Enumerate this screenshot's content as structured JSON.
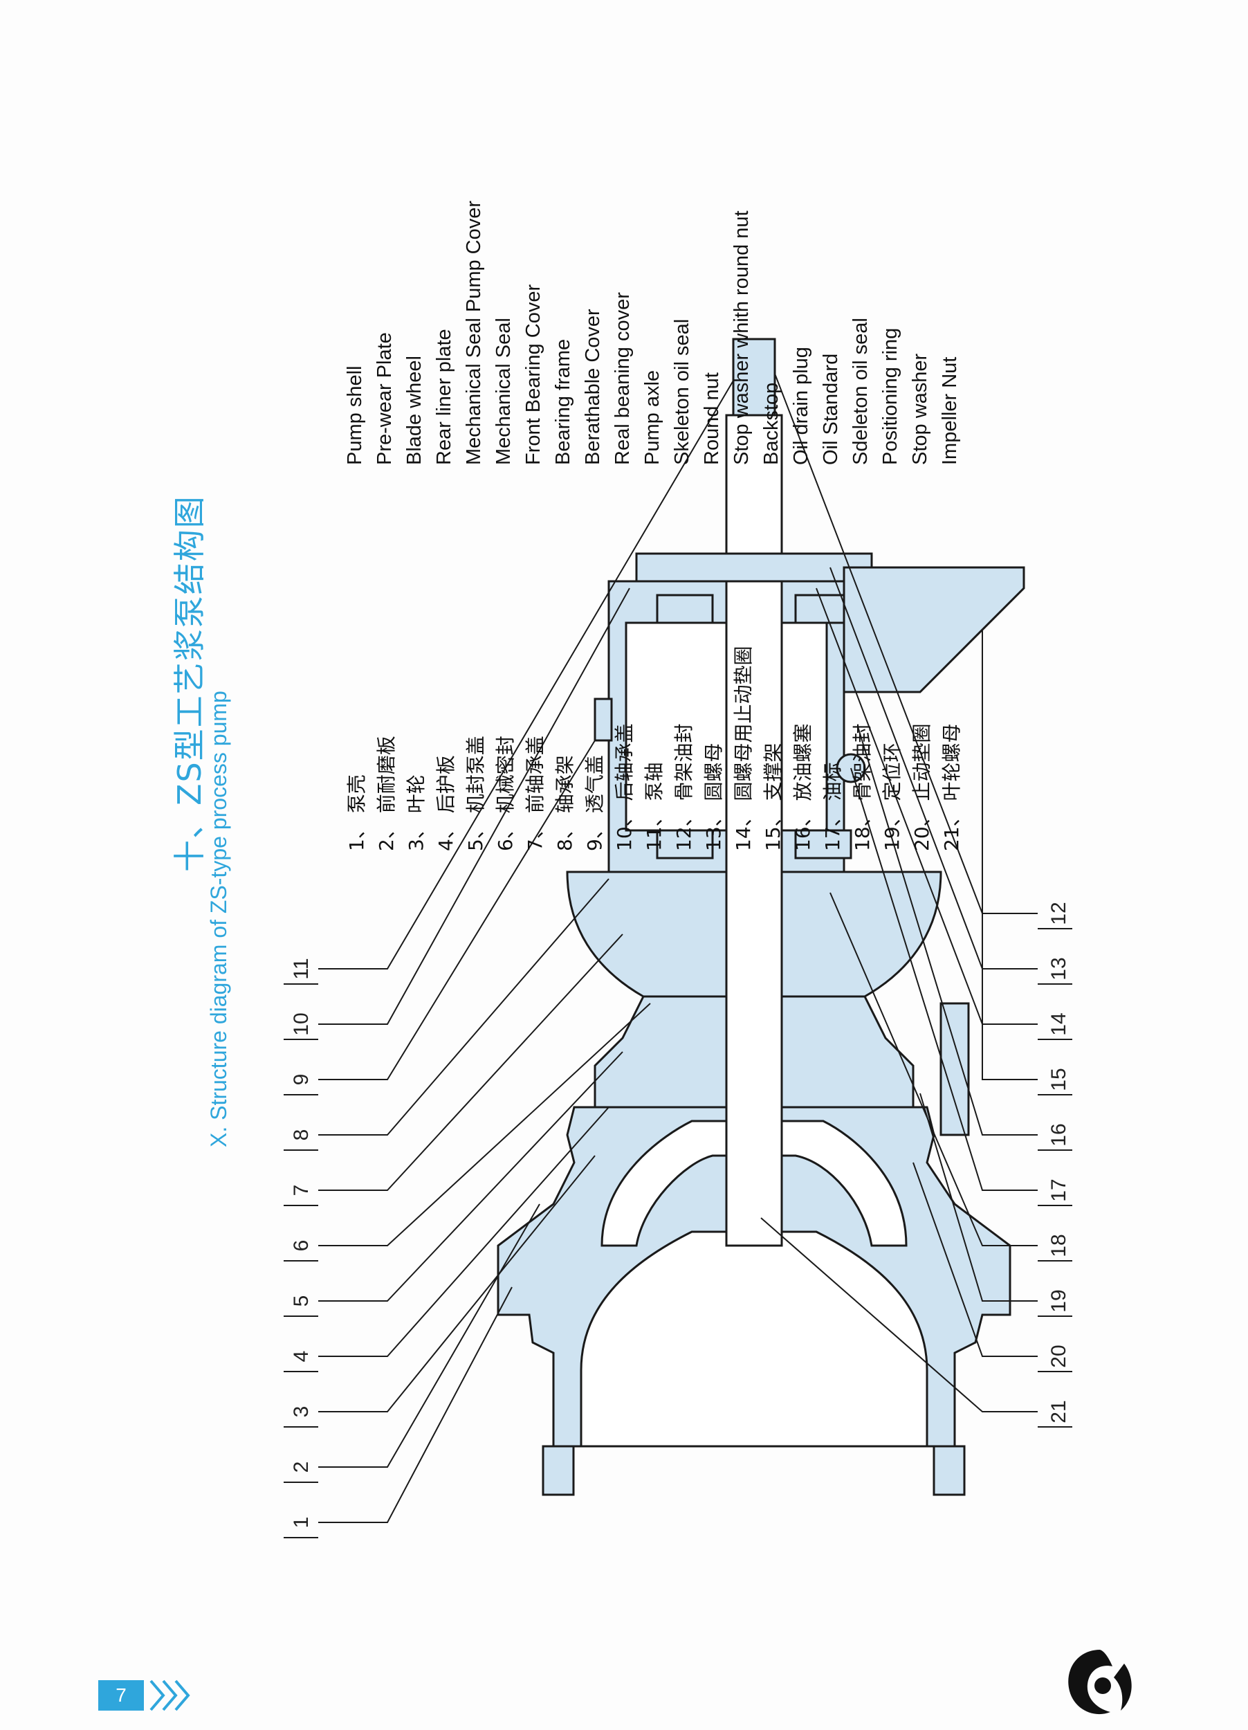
{
  "title": {
    "cn": "十、ZS型工艺浆泵结构图",
    "en": "X. Structure diagram of ZS-type process pump"
  },
  "parts": [
    {
      "cn": "1、 泵壳",
      "en": "Pump shell"
    },
    {
      "cn": "2、 前耐磨板",
      "en": "Pre-wear Plate"
    },
    {
      "cn": "3、 叶轮",
      "en": "Blade wheel"
    },
    {
      "cn": "4、 后护板",
      "en": "Rear liner plate"
    },
    {
      "cn": "5、 机封泵盖",
      "en": "Mechanical Seal Pump Cover"
    },
    {
      "cn": "6、 机械密封",
      "en": "Mechanical Seal"
    },
    {
      "cn": "7、 前轴承盖",
      "en": "Front Bearing Cover"
    },
    {
      "cn": "8、 轴承架",
      "en": "Bearing frame"
    },
    {
      "cn": "9、 透气盖",
      "en": "Berathable Cover"
    },
    {
      "cn": "10、 后轴承盖",
      "en": "Real beaning cover"
    },
    {
      "cn": "11、 泵轴",
      "en": "Pump axle"
    },
    {
      "cn": "12、 骨架油封",
      "en": "Skeleton oil seal"
    },
    {
      "cn": "13、 圆螺母",
      "en": "Round nut"
    },
    {
      "cn": "14、 圆螺母用止动垫圈",
      "en": "Stop washer whith round nut"
    },
    {
      "cn": "15、 支撑架",
      "en": "Backstop"
    },
    {
      "cn": "16、 放油螺塞",
      "en": "Oil drain plug"
    },
    {
      "cn": "17、 油标",
      "en": "Oil Standard"
    },
    {
      "cn": "18、 骨架油封",
      "en": "Sdeleton oil seal"
    },
    {
      "cn": "19、 定位环",
      "en": "Positioning ring"
    },
    {
      "cn": "20、 止动垫圈",
      "en": "Stop washer"
    },
    {
      "cn": "21、 叶轮螺母",
      "en": "Impeller Nut"
    }
  ],
  "callouts_top": [
    "1",
    "2",
    "3",
    "4",
    "5",
    "6",
    "7",
    "8",
    "9",
    "10",
    "11"
  ],
  "callouts_bottom": [
    "12",
    "13",
    "14",
    "15",
    "16",
    "17",
    "18",
    "19",
    "20",
    "21"
  ],
  "page_number": "7",
  "colors": {
    "accent": "#2fa6dc",
    "line": "#1a1a1a",
    "fill": "#cfe3f1"
  }
}
